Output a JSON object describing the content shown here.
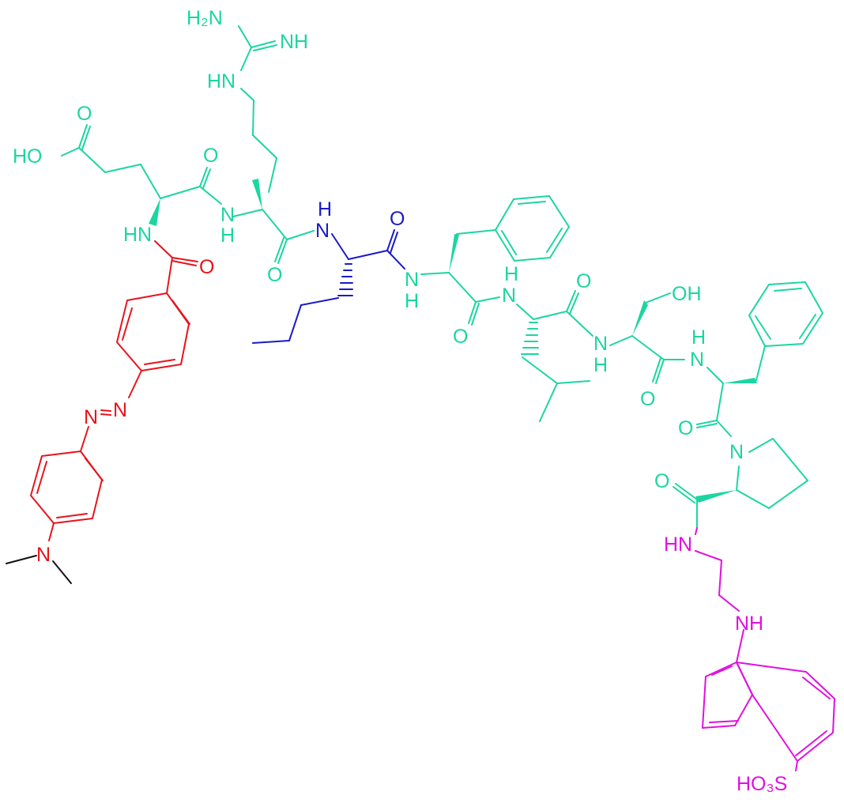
{
  "colors": {
    "peptide": "#1bd6a1",
    "dabcyl": "#e8131b",
    "norleucine": "#1a1ac8",
    "edans": "#e010e0",
    "bond": "#111111"
  },
  "labels": {
    "h2n": "H₂N",
    "guan_nh": "NH",
    "guan_hn": "HN",
    "glu_acid_o": "O",
    "glu_ho": "HO",
    "glu_co_o": "O",
    "glu_hn": "HN",
    "dab_o": "O",
    "arg_nh_n": "N",
    "arg_nh_h": "H",
    "arg_o": "O",
    "nle_nh_h": "H",
    "nle_nh_n": "N",
    "nle_o": "O",
    "phe_nh_n": "N",
    "phe_nh_h": "H",
    "phe_o": "O",
    "leu_nh_h": "H",
    "leu_nh_n": "N",
    "leu_o": "O",
    "ser_nh_n": "N",
    "ser_nh_h": "H",
    "ser_oh": "OH",
    "ser_o": "O",
    "phe2_nh_h": "H",
    "phe2_nh_n": "N",
    "phe2_o": "O",
    "pro_n": "N",
    "pro_o": "O",
    "ed_hn": "HN",
    "ed_nh": "NH",
    "azo_n1": "N",
    "azo_n2": "N",
    "nme2_n": "N",
    "so3h": "HO₃S"
  }
}
